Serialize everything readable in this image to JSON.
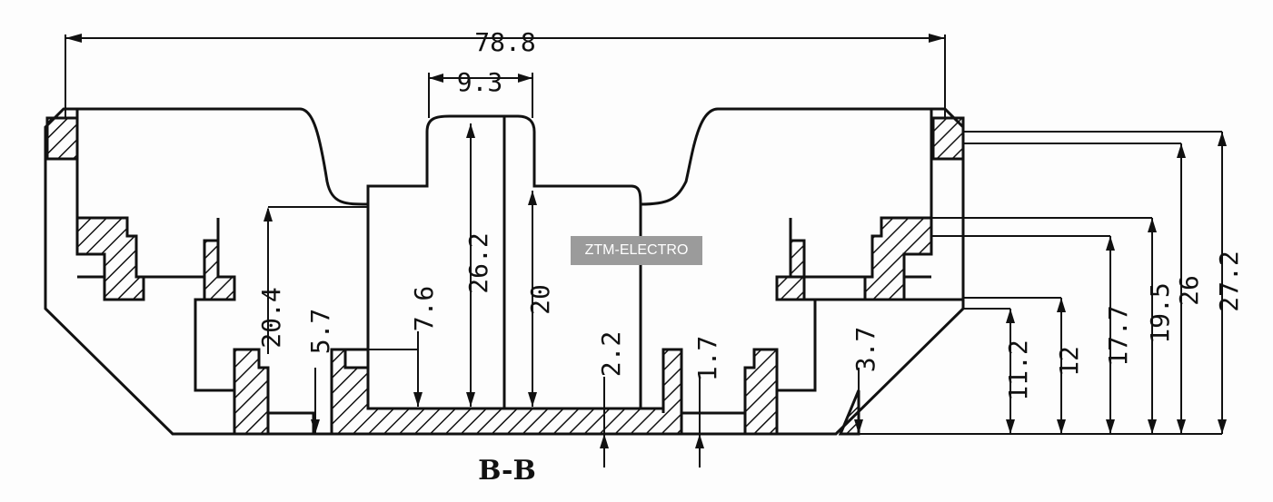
{
  "drawing": {
    "section_label": "B-B",
    "watermark": "ZTM-ELECTRO",
    "dimensions": {
      "overall_width": "78.8",
      "center_post_width": "9.3",
      "center_post_height": "26.2",
      "inner_height": "20",
      "left_wall_height": "20.4",
      "left_step_height": "5.7",
      "left_inner_post": "7.6",
      "floor_thickness": "2.2",
      "right_floor_thickness": "1.7",
      "right_step": "3.7",
      "right_dims": [
        "11.2",
        "12",
        "17.7",
        "19.5",
        "26",
        "27.2"
      ]
    }
  }
}
